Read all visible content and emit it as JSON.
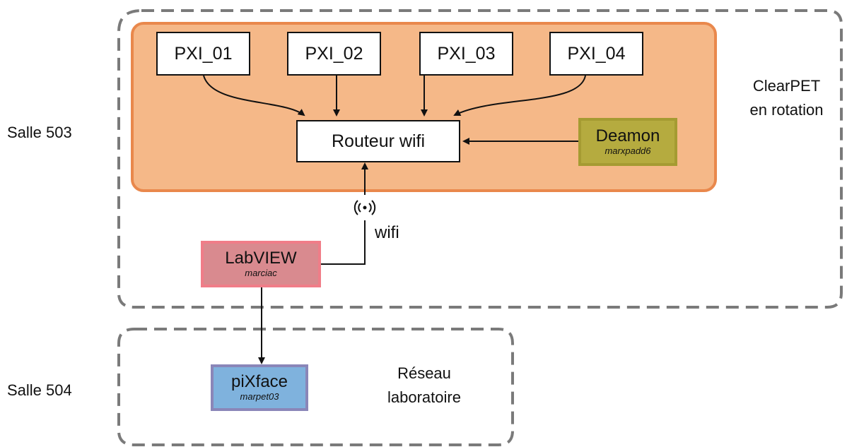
{
  "rooms": {
    "salle_503": "Salle 503",
    "salle_504": "Salle 504"
  },
  "groups": {
    "clearpet": [
      "ClearPET",
      "en rotation"
    ],
    "reseau": [
      "Réseau",
      "laboratoire"
    ]
  },
  "nodes": {
    "pxi": [
      "PXI_01",
      "PXI_02",
      "PXI_03",
      "PXI_04"
    ],
    "router": "Routeur wifi",
    "deamon": {
      "label": "Deamon",
      "host": "marxpadd6",
      "color": "#b5ab3f"
    },
    "labview": {
      "label": "LabVIEW",
      "host": "marciac",
      "color": "#d98a8f"
    },
    "pixface": {
      "label": "piXface",
      "host": "marpet03",
      "color": "#7fb2dd"
    }
  },
  "link_label": "wifi",
  "colors": {
    "clearpet_fill": "#f5b888",
    "clearpet_border": "#e9884c",
    "dashed_border": "#7a7a7a"
  },
  "icons": {
    "wireless": "wifi-signal-icon"
  }
}
